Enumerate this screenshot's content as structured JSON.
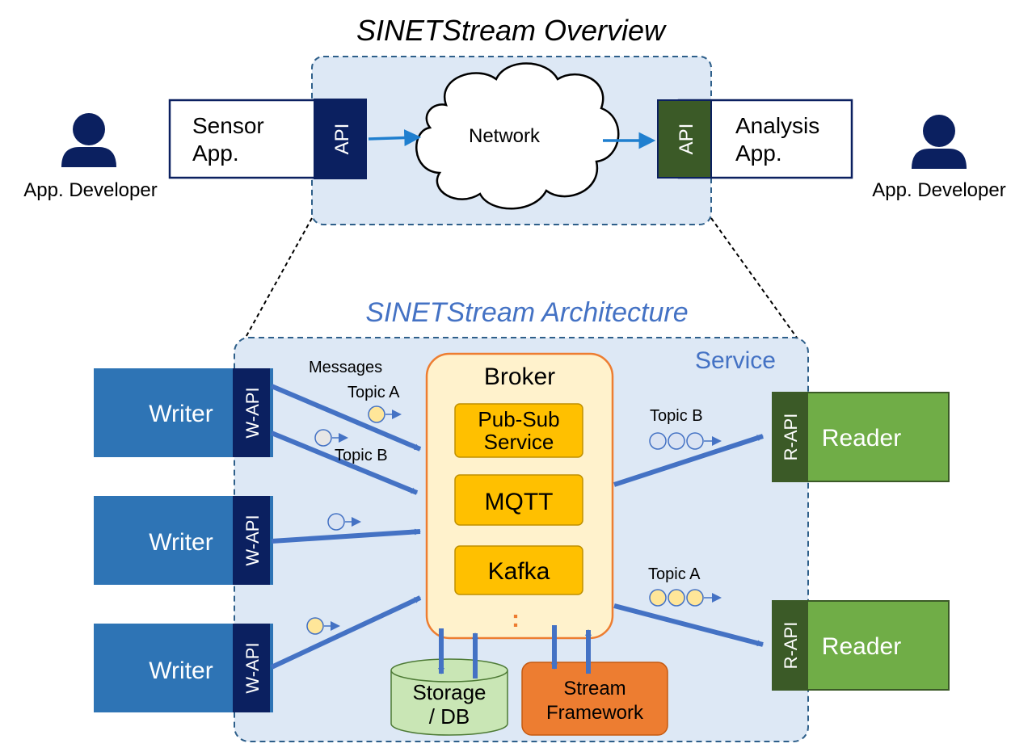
{
  "overview": {
    "title": "SINETStream Overview",
    "sensor_app": "Sensor\nApp.",
    "analysis_app": "Analysis\nApp.",
    "api_left": "API",
    "api_right": "API",
    "network": "Network",
    "dev_left": "App. Developer",
    "dev_right": "App. Developer"
  },
  "architecture": {
    "title": "SINETStream Architecture",
    "service": "Service",
    "messages": "Messages",
    "writers": [
      {
        "label": "Writer",
        "api": "W-API"
      },
      {
        "label": "Writer",
        "api": "W-API"
      },
      {
        "label": "Writer",
        "api": "W-API"
      }
    ],
    "readers": [
      {
        "label": "Reader",
        "api": "R-API"
      },
      {
        "label": "Reader",
        "api": "R-API"
      }
    ],
    "broker": {
      "title": "Broker",
      "items": [
        "Pub-Sub\nService",
        "MQTT",
        "Kafka"
      ],
      "more": ":"
    },
    "storage": "Storage\n/ DB",
    "stream": "Stream\nFramework",
    "topics": {
      "w_topic_a": "Topic A",
      "w_topic_b": "Topic B",
      "r_topic_b": "Topic B",
      "r_topic_a": "Topic A"
    }
  },
  "colors": {
    "navy": "#0b2060",
    "writer_blue": "#2e74b5",
    "dark_green": "#3b5a27",
    "reader_green": "#70ad47",
    "arrow_blue": "#4472c4",
    "link_blue": "#1f7fcf",
    "title_blue": "#4472c4",
    "panel_bg": "#dde8f5",
    "panel_border": "#2e5f8a",
    "broker_fill": "#fff2cc",
    "broker_border": "#ed7d31",
    "item_fill": "#ffc000",
    "storage_fill": "#c9e6b5",
    "stream_fill": "#ed7d31",
    "msg_yellow": "#ffe699",
    "msg_gray": "#e7e6e6",
    "msg_blue": "#dae3f3"
  }
}
